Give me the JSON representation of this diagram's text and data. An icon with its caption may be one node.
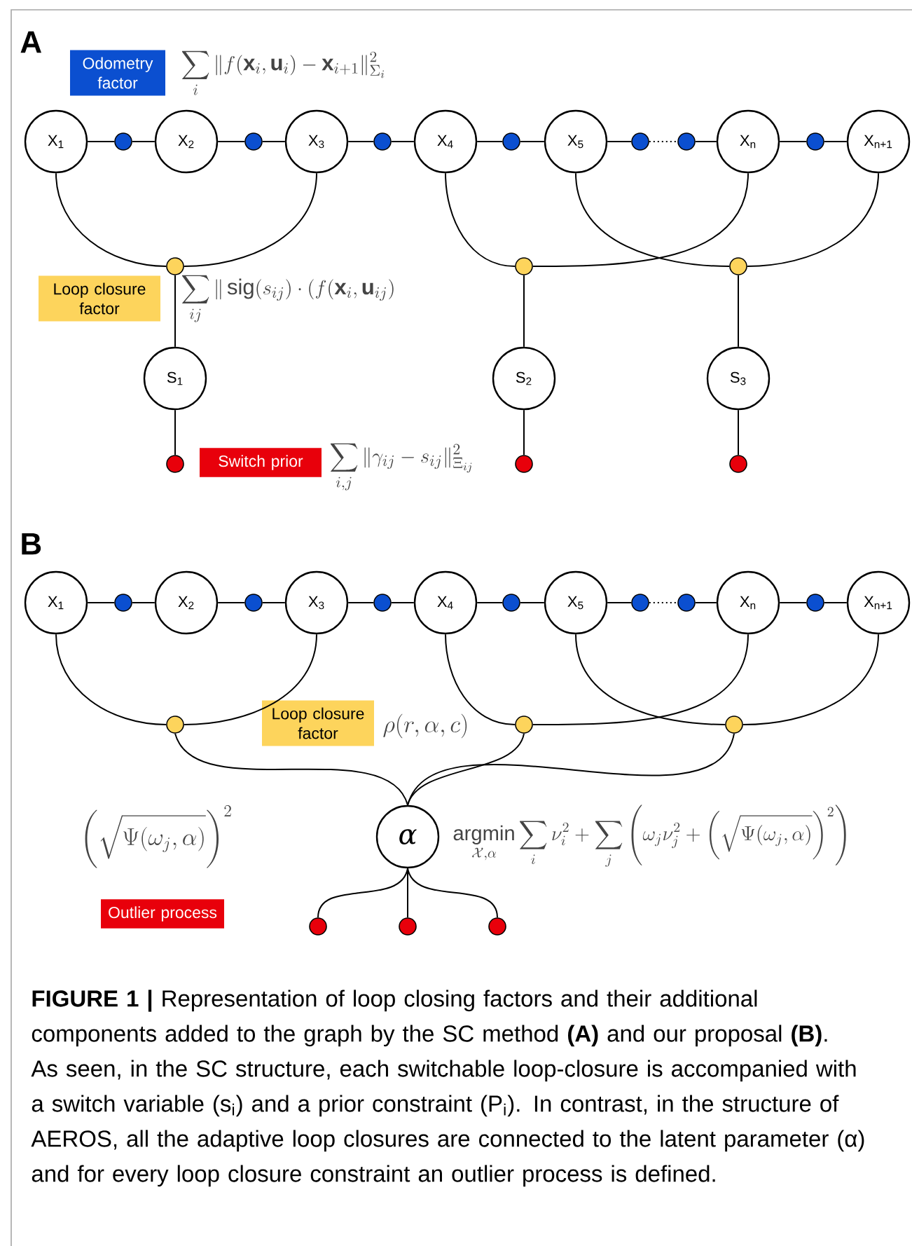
{
  "diagram": {
    "caption": "**FIGURE 1 |** Representation of loop closing factors and their additional components added to the graph by the SC method **(A)** and our proposal **(B)**. As seen, in the SC structure, each switchable loop-closure is accompanied with a switch variable (s$_{i}$) and a prior constraint (P$_{i}$). In contrast, in the structure of AEROS, all the adaptive loop closures are connected to the latent parameter (α) and for every loop closure constraint an outlier process is defined.",
    "nodes": [
      {
        "text": [
          "X$_{1}$"
        ]
      },
      {
        "text": [
          "X$_{2}$"
        ]
      },
      {
        "text": [
          "X$_{3}$"
        ]
      },
      {
        "text": [
          "X$_{4}$"
        ]
      },
      {
        "text": [
          "X$_{5}$"
        ]
      },
      {
        "text": [
          "X$_{n}$"
        ]
      },
      {
        "text": [
          "X$_{n+1}$"
        ]
      },
      {
        "text": [],
        "shape": "circle"
      },
      {
        "text": [],
        "shape": "circle"
      },
      {
        "text": [],
        "shape": "circle"
      },
      {
        "text": [],
        "shape": "circle"
      },
      {
        "text": [],
        "shape": "circle"
      },
      {
        "text": [],
        "shape": "circle"
      },
      {
        "text": [],
        "shape": "circle"
      },
      {
        "text": [],
        "shape": "circle"
      },
      {
        "text": [],
        "shape": "circle"
      },
      {
        "text": [],
        "shape": "circle"
      },
      {
        "text": [
          "S$_{1}$"
        ]
      },
      {
        "text": [
          "S$_{2}$"
        ]
      },
      {
        "text": [
          "S$_{3}$"
        ]
      },
      {
        "text": [],
        "shape": "circle"
      },
      {
        "text": [],
        "shape": "circle"
      },
      {
        "text": [],
        "shape": "circle"
      },
      {
        "text": [
          "Odometry factor"
        ]
      },
      {
        "text": [
          "Loop closure factor"
        ]
      },
      {
        "text": [
          "Switch prior"
        ]
      },
      {
        "text": [
          "X$_{1}$"
        ]
      },
      {
        "text": [
          "X$_{2}$"
        ]
      },
      {
        "text": [
          "X$_{3}$"
        ]
      },
      {
        "text": [
          "X$_{4}$"
        ]
      },
      {
        "text": [
          "X$_{5}$"
        ]
      },
      {
        "text": [
          "X$_{n}$"
        ]
      },
      {
        "text": [
          "X$_{n+1}$"
        ]
      },
      {
        "text": [],
        "shape": "circle"
      },
      {
        "text": [],
        "shape": "circle"
      },
      {
        "text": [],
        "shape": "circle"
      },
      {
        "text": [],
        "shape": "circle"
      },
      {
        "text": [],
        "shape": "circle"
      },
      {
        "text": [],
        "shape": "circle"
      },
      {
        "text": [],
        "shape": "circle"
      },
      {
        "text": [],
        "shape": "circle"
      },
      {
        "text": [],
        "shape": "circle"
      },
      {
        "text": [],
        "shape": "circle"
      },
      {
        "text": [
          "α"
        ]
      },
      {
        "text": [],
        "shape": "circle"
      },
      {
        "text": [],
        "shape": "circle"
      },
      {
        "text": [],
        "shape": "circle"
      },
      {
        "text": [
          "Loop closure factor"
        ]
      },
      {
        "text": [
          "Outlier process"
        ]
      }
    ],
    "edges": [
      {
        "from": 0,
        "to": 7,
        "arrow": "none"
      },
      {
        "from": 7,
        "to": 1,
        "arrow": "none"
      },
      {
        "from": 1,
        "to": 8,
        "arrow": "none"
      },
      {
        "from": 8,
        "to": 2,
        "arrow": "none"
      },
      {
        "from": 2,
        "to": 9,
        "arrow": "none"
      },
      {
        "from": 9,
        "to": 3,
        "arrow": "none"
      },
      {
        "from": 3,
        "to": 10,
        "arrow": "none"
      },
      {
        "from": 10,
        "to": 4,
        "arrow": "none"
      },
      {
        "from": 4,
        "to": 11,
        "arrow": "none"
      },
      {
        "from": 11,
        "to": 12,
        "arrow": "none",
        "style": "dashed"
      },
      {
        "from": 12,
        "to": 5,
        "arrow": "none"
      },
      {
        "from": 5,
        "to": 13,
        "arrow": "none"
      },
      {
        "from": 13,
        "to": 6,
        "arrow": "none"
      },
      {
        "from": 0,
        "to": 14,
        "arrow": "none"
      },
      {
        "from": 2,
        "to": 14,
        "arrow": "none"
      },
      {
        "from": 3,
        "to": 15,
        "arrow": "none"
      },
      {
        "from": 5,
        "to": 15,
        "arrow": "none"
      },
      {
        "from": 4,
        "to": 16,
        "arrow": "none"
      },
      {
        "from": 6,
        "to": 16,
        "arrow": "none"
      },
      {
        "from": 14,
        "to": 17,
        "arrow": "none"
      },
      {
        "from": 17,
        "to": 20,
        "arrow": "none"
      },
      {
        "from": 15,
        "to": 18,
        "arrow": "none"
      },
      {
        "from": 18,
        "to": 21,
        "arrow": "none"
      },
      {
        "from": 16,
        "to": 19,
        "arrow": "none"
      },
      {
        "from": 19,
        "to": 22,
        "arrow": "none"
      },
      {
        "from": 26,
        "to": 33,
        "arrow": "none"
      },
      {
        "from": 33,
        "to": 27,
        "arrow": "none"
      },
      {
        "from": 27,
        "to": 34,
        "arrow": "none"
      },
      {
        "from": 34,
        "to": 28,
        "arrow": "none"
      },
      {
        "from": 28,
        "to": 35,
        "arrow": "none"
      },
      {
        "from": 35,
        "to": 29,
        "arrow": "none"
      },
      {
        "from": 29,
        "to": 36,
        "arrow": "none"
      },
      {
        "from": 36,
        "to": 30,
        "arrow": "none"
      },
      {
        "from": 30,
        "to": 37,
        "arrow": "none"
      },
      {
        "from": 37,
        "to": 38,
        "arrow": "none",
        "style": "dashed"
      },
      {
        "from": 38,
        "to": 31,
        "arrow": "none"
      },
      {
        "from": 31,
        "to": 39,
        "arrow": "none"
      },
      {
        "from": 39,
        "to": 32,
        "arrow": "none"
      },
      {
        "from": 26,
        "to": 40,
        "arrow": "none"
      },
      {
        "from": 28,
        "to": 40,
        "arrow": "none"
      },
      {
        "from": 29,
        "to": 41,
        "arrow": "none"
      },
      {
        "from": 31,
        "to": 41,
        "arrow": "none"
      },
      {
        "from": 30,
        "to": 42,
        "arrow": "none"
      },
      {
        "from": 32,
        "to": 42,
        "arrow": "none"
      },
      {
        "from": 40,
        "to": 43,
        "arrow": "none"
      },
      {
        "from": 41,
        "to": 43,
        "arrow": "none"
      },
      {
        "from": 42,
        "to": 43,
        "arrow": "none"
      },
      {
        "from": 43,
        "to": 44,
        "arrow": "none"
      },
      {
        "from": 43,
        "to": 45,
        "arrow": "none"
      },
      {
        "from": 43,
        "to": 46,
        "arrow": "none"
      }
    ],
    "labels": [
      "A",
      "\\sum_{i} \\|f(\\mathbf{x}_i,\\mathbf{u}_i)-\\mathbf{x}_{i+1}\\|^2_{\\Sigma_i}",
      "\\sum_{ij} \\|\\operatorname{sig}(s_{ij})\\cdot(f(\\mathbf{x}_i,\\mathbf{u}_{ij})",
      "\\sum_{i,j}\\|\\gamma_{ij}-s_{ij}\\|^2_{\\Xi_{ij}}",
      "B",
      "\\rho(r,\\alpha,c)",
      "\\left(\\sqrt{\\Psi(\\omega_j,\\alpha)}\\right)^2",
      "\\operatorname*{argmin}_{\\mathcal{X},\\alpha}\\sum_i \\nu_i^2+\\sum_j\\left(\\omega_j\\nu_j^2+\\left(\\sqrt{\\Psi(\\omega_j,\\alpha)}\\right)^2\\right)"
    ]
  }
}
